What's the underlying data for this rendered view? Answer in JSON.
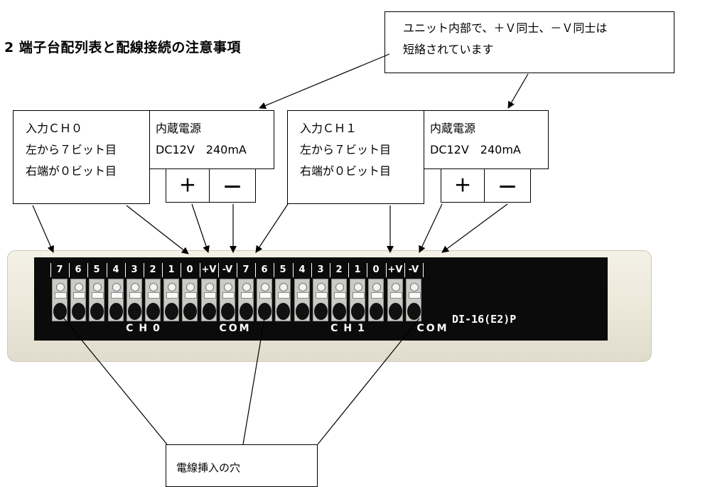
{
  "title": "2 端子台配列表と配線接続の注意事項",
  "note_box": {
    "lines": [
      "ユニット内部で、＋Ｖ同士、－Ｖ同士は",
      "短絡されています"
    ]
  },
  "ch0_box": {
    "lines": [
      "入力ＣＨ０",
      "左から７ビット目",
      "右端が０ビット目"
    ]
  },
  "power0_box": {
    "lines": [
      "内蔵電源",
      "DC12V　240mA"
    ]
  },
  "ch1_box": {
    "lines": [
      "入力ＣＨ１",
      "左から７ビット目",
      "右端が０ビット目"
    ]
  },
  "power1_box": {
    "lines": [
      "内蔵電源",
      "DC12V　240mA"
    ]
  },
  "polarity": {
    "plus": "＋",
    "minus": "—"
  },
  "terminal_labels": [
    "7",
    "6",
    "5",
    "4",
    "3",
    "2",
    "1",
    "0",
    "+V",
    "-V",
    "7",
    "6",
    "5",
    "4",
    "3",
    "2",
    "1",
    "0",
    "+V",
    "-V"
  ],
  "groups": {
    "ch0": "CH0",
    "com_a": "COM",
    "ch1": "CH1",
    "com_b": "COM"
  },
  "model": "DI-16(E2)P",
  "hole_box": {
    "label": "電線挿入の穴"
  }
}
